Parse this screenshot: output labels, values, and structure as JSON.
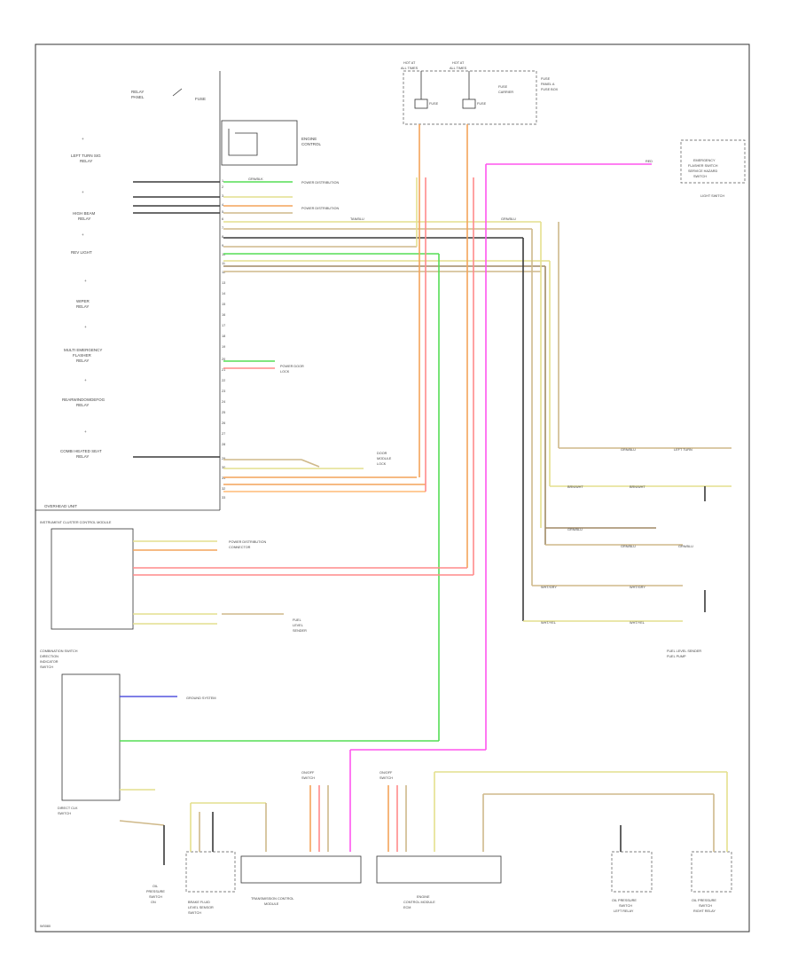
{
  "colors": {
    "black": "#3a3a3a",
    "green": "#55dd55",
    "red": "#ff8a8a",
    "orange": "#f4a35a",
    "tan": "#cfb98a",
    "yellow": "#e4df8e",
    "pink": "#ff55ee",
    "blue": "#5555dd",
    "brown": "#a08a66"
  },
  "labels": {
    "instrument_cluster": "INSTRUMENT CLUSTER CONTROL MODULE",
    "overhead_unit": "OVERHEAD UNIT",
    "fuel_level_sensor": "FUEL LEVEL SENDER",
    "left_relay": "LEFT RELAY",
    "right_relay": "RIGHT RELAY"
  },
  "figure_id": "W0080"
}
